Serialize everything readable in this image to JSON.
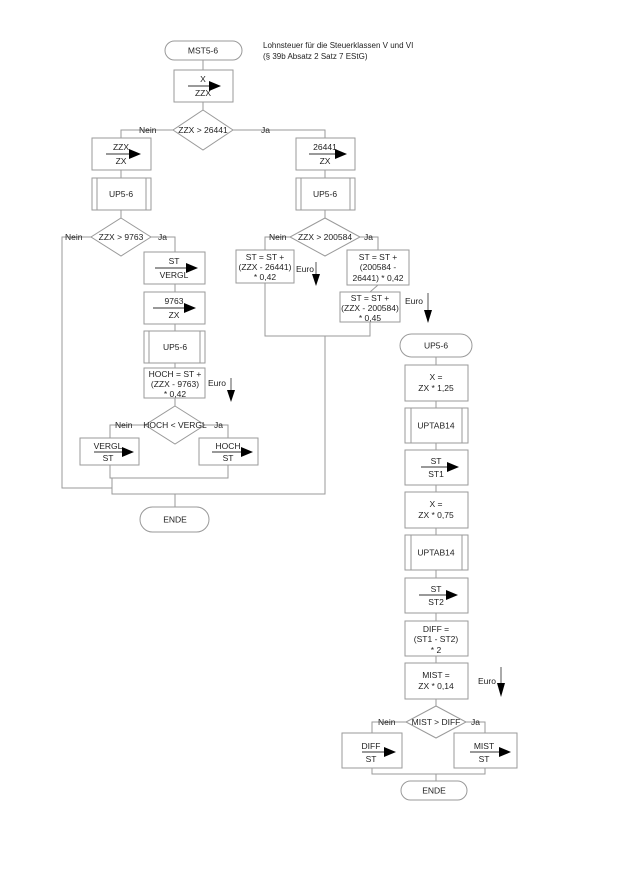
{
  "header": {
    "line1": "Lohnsteuer für die Steuerklassen V und VI",
    "line2": "(§ 39b Absatz 2 Satz 7 EStG)"
  },
  "labels": {
    "yes": "Ja",
    "no": "Nein",
    "euro": "Euro"
  },
  "main": {
    "start": "MST5-6",
    "assign1": {
      "from": "X",
      "to": "ZZX"
    },
    "decision1": "ZZX > 26441",
    "no_branch": {
      "assign": {
        "from": "ZZX",
        "to": "ZX"
      },
      "call": "UP5-6",
      "decision": "ZZX > 9763",
      "yes_steps": {
        "assign_st": {
          "from": "ST",
          "to": "VERGL"
        },
        "assign_zx": {
          "from": "9763",
          "to": "ZX"
        },
        "call": "UP5-6",
        "calc": [
          "HOCH = ST +",
          "(ZZX - 9763)",
          "* 0,42"
        ],
        "decision": "HOCH < VERGL",
        "no_assign": {
          "from": "VERGL",
          "to": "ST"
        },
        "yes_assign": {
          "from": "HOCH",
          "to": "ST"
        }
      }
    },
    "yes_branch": {
      "assign": {
        "from": "26441",
        "to": "ZX"
      },
      "call": "UP5-6",
      "decision": "ZZX > 200584",
      "no_calc": [
        "ST = ST +",
        "(ZZX - 26441)",
        "* 0,42"
      ],
      "yes_calc1": [
        "ST = ST +",
        "(200584 -",
        "26441) * 0,42"
      ],
      "yes_calc2": [
        "ST = ST +",
        "(ZZX - 200584)",
        "* 0,45"
      ]
    },
    "end": "ENDE"
  },
  "sub": {
    "start": "UP5-6",
    "calc1": [
      "X =",
      "ZX * 1,25"
    ],
    "call1": "UPTAB14",
    "assign1": {
      "from": "ST",
      "to": "ST1"
    },
    "calc2": [
      "X =",
      "ZX * 0,75"
    ],
    "call2": "UPTAB14",
    "assign2": {
      "from": "ST",
      "to": "ST2"
    },
    "calc3": [
      "DIFF =",
      "(ST1 - ST2)",
      "* 2"
    ],
    "calc4": [
      "MIST =",
      "ZX * 0,14"
    ],
    "decision": "MIST > DIFF",
    "no_assign": {
      "from": "DIFF",
      "to": "ST"
    },
    "yes_assign": {
      "from": "MIST",
      "to": "ST"
    },
    "end": "ENDE"
  }
}
